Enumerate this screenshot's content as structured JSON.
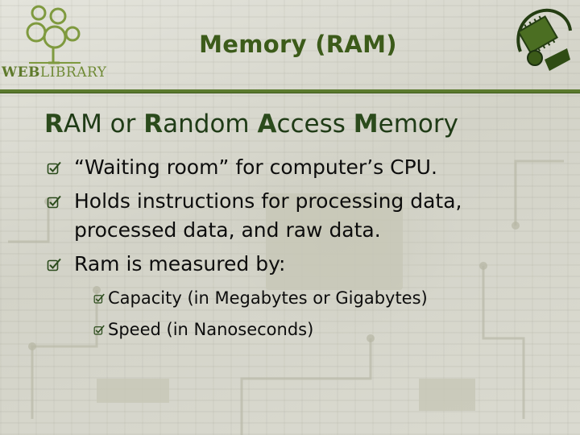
{
  "header": {
    "title": "Memory (RAM)",
    "logo": {
      "web": "WEB",
      "library": "LIBRARY"
    }
  },
  "content": {
    "heading_parts": [
      "R",
      "AM or ",
      "R",
      "andom ",
      "A",
      "ccess ",
      "M",
      "emory"
    ],
    "bullets": [
      {
        "text": "“Waiting room” for computer’s CPU."
      },
      {
        "text": "Holds instructions for processing data, processed data, and raw data."
      },
      {
        "text": "Ram is measured by:"
      }
    ],
    "sub_bullets": [
      {
        "text": "Capacity (in Megabytes or Gigabytes)"
      },
      {
        "text": "Speed (in Nanoseconds)"
      }
    ]
  },
  "colors": {
    "title": "#3c5b1a",
    "rule": "#5b7a2e",
    "heading": "#1f3b16",
    "logo_green": "#6f8a35"
  },
  "icons": {
    "bullet": "check-box-icon",
    "logo": "tree-icon",
    "badge": "computer-chip-badge-icon"
  }
}
